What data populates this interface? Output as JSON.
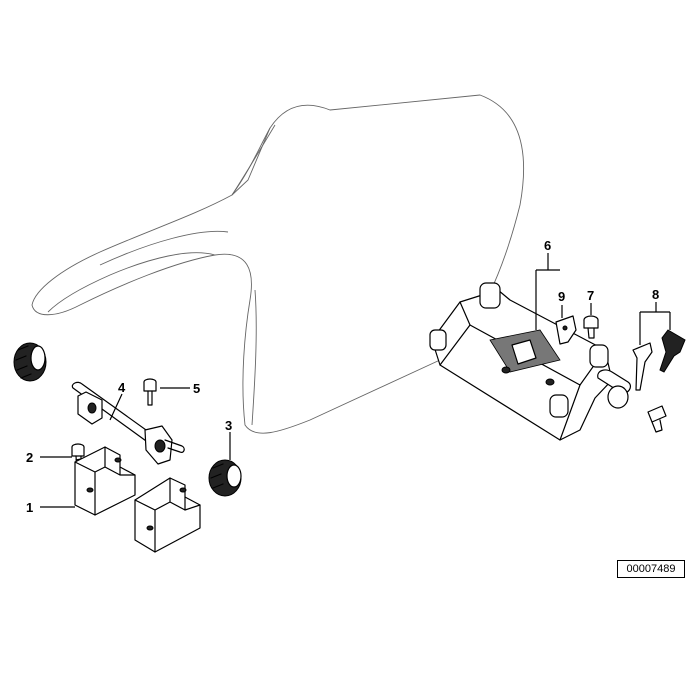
{
  "diagram": {
    "reference_number": "00007489",
    "callouts": {
      "c1": "1",
      "c2": "2",
      "c3": "3",
      "c4": "4",
      "c5": "5",
      "c6": "6",
      "c7": "7",
      "c8": "8",
      "c9": "9"
    }
  }
}
